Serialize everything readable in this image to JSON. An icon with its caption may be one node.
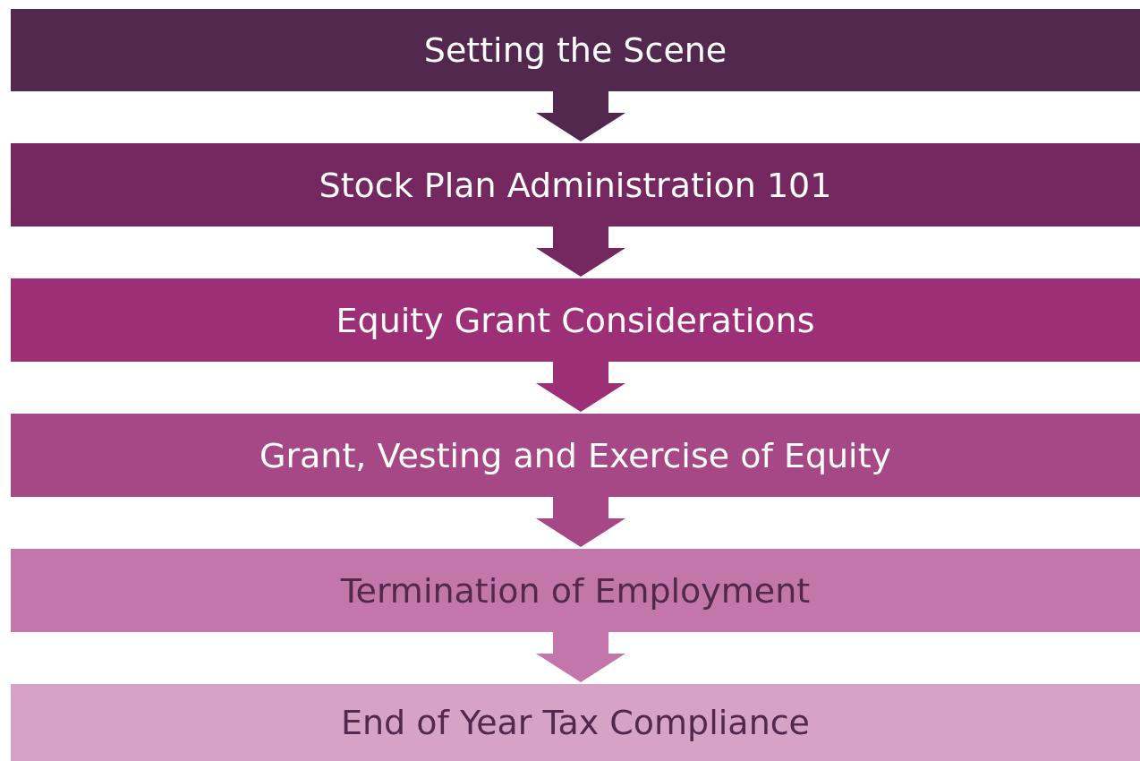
{
  "diagram": {
    "nodes": [
      {
        "text": [
          "Setting the Scene"
        ]
      },
      {
        "text": [
          "Stock Plan Administration 101"
        ]
      },
      {
        "text": [
          "Equity Grant Considerations"
        ]
      },
      {
        "text": [
          "Grant, Vesting and Exercise of Equity"
        ]
      },
      {
        "text": [
          "Termination of Employment"
        ]
      },
      {
        "text": [
          "End of Year Tax Compliance"
        ]
      }
    ],
    "edges": [
      {
        "from": 0,
        "to": 1,
        "arrow": "to",
        "color": "#52284f"
      },
      {
        "from": 1,
        "to": 2,
        "arrow": "to",
        "color": "#75275f"
      },
      {
        "from": 2,
        "to": 3,
        "arrow": "to",
        "color": "#9d2f77"
      },
      {
        "from": 3,
        "to": 4,
        "arrow": "to",
        "color": "#a64786"
      },
      {
        "from": 4,
        "to": 5,
        "arrow": "to",
        "color": "#c376aa"
      }
    ]
  }
}
